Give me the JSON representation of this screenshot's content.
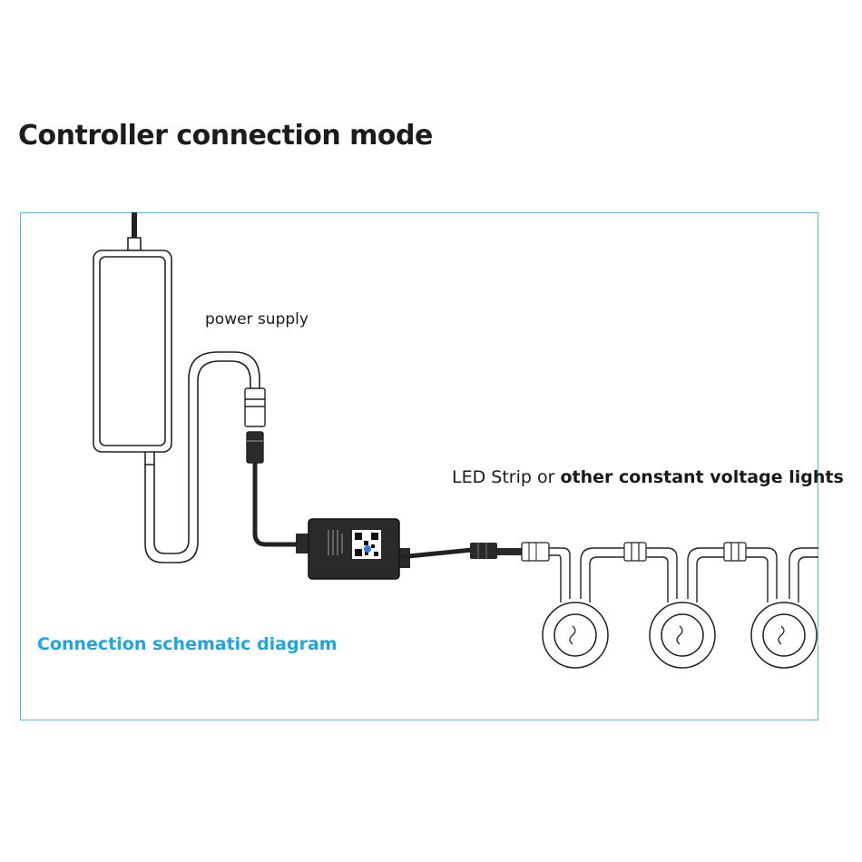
{
  "title": "Controller connection mode",
  "labels": {
    "power_supply": "power supply",
    "led_prefix": "LED Strip or ",
    "led_suffix": "other constant  voltage lights",
    "caption": "Connection schematic diagram"
  },
  "colors": {
    "frame": "#5fb6d9",
    "caption": "#1da5e0",
    "device": "#2a2a2a",
    "line": "#222222"
  },
  "icons": [
    "power-supply-icon",
    "controller-box-icon",
    "qr-code-icon",
    "connector-icon",
    "light-fixture-icon"
  ]
}
